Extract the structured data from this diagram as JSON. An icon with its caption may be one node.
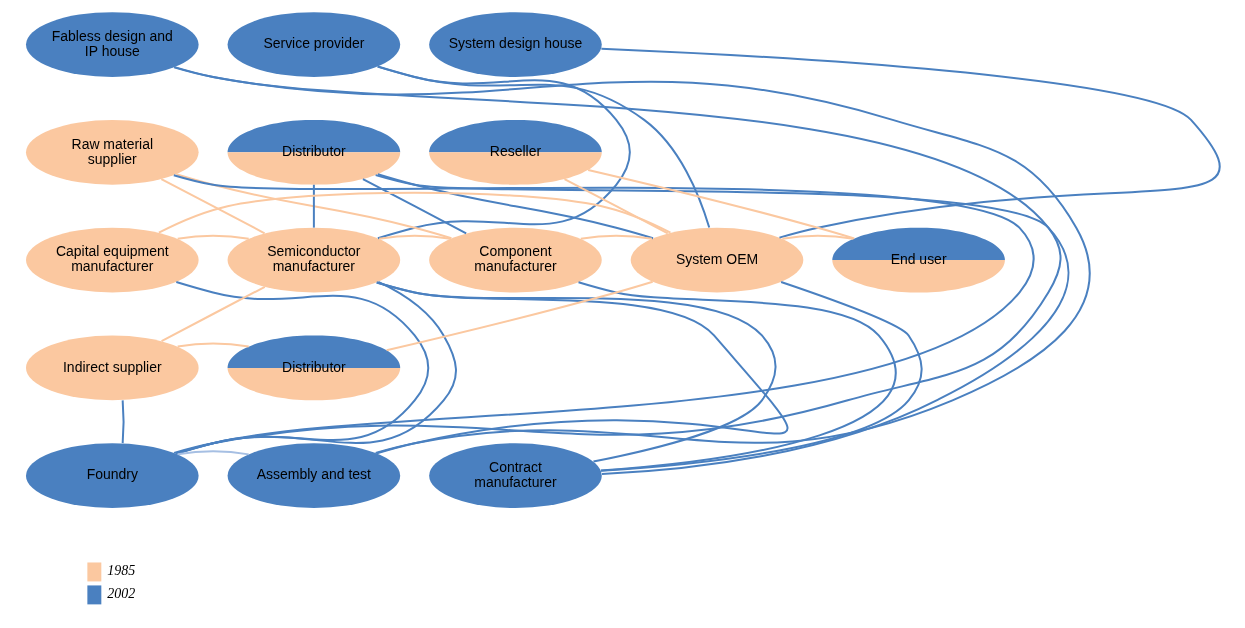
{
  "diagram": {
    "nodes": [
      {
        "text": [
          "Fabless design and IP house"
        ]
      },
      {
        "text": [
          "Service provider"
        ]
      },
      {
        "text": [
          "System design house"
        ]
      },
      {
        "text": [
          "Raw material supplier"
        ]
      },
      {
        "text": [
          "Distributor"
        ]
      },
      {
        "text": [
          "Reseller"
        ]
      },
      {
        "text": [
          "Capital equipment manufacturer"
        ]
      },
      {
        "text": [
          "Semiconductor manufacturer"
        ]
      },
      {
        "text": [
          "Component manufacturer"
        ]
      },
      {
        "text": [
          "System OEM"
        ]
      },
      {
        "text": [
          "End user"
        ]
      },
      {
        "text": [
          "Indirect supplier"
        ]
      },
      {
        "text": [
          "Distributor"
        ]
      },
      {
        "text": [
          "Foundry"
        ]
      },
      {
        "text": [
          "Assembly and test"
        ]
      },
      {
        "text": [
          "Contract manufacturer"
        ]
      }
    ],
    "edges": [
      {
        "from": 3,
        "to": 7,
        "arrow": "none",
        "color": "#fbc8a0"
      },
      {
        "from": 3,
        "to": 8,
        "arrow": "none",
        "color": "#fbc8a0"
      },
      {
        "from": 6,
        "to": 7,
        "arrow": "none",
        "color": "#fbc8a0"
      },
      {
        "from": 7,
        "to": 8,
        "arrow": "none",
        "color": "#fbc8a0"
      },
      {
        "from": 8,
        "to": 9,
        "arrow": "none",
        "color": "#fbc8a0"
      },
      {
        "from": 9,
        "to": 10,
        "arrow": "none",
        "color": "#fbc8a0"
      },
      {
        "from": 5,
        "to": 9,
        "arrow": "none",
        "color": "#fbc8a0"
      },
      {
        "from": 5,
        "to": 10,
        "arrow": "none",
        "color": "#fbc8a0"
      },
      {
        "from": 6,
        "to": 9,
        "arrow": "none",
        "color": "#fbc8a0"
      },
      {
        "from": 11,
        "to": 7,
        "arrow": "none",
        "color": "#fbc8a0"
      },
      {
        "from": 11,
        "to": 12,
        "arrow": "none",
        "color": "#fbc8a0"
      },
      {
        "from": 12,
        "to": 9,
        "arrow": "none",
        "color": "#fbc8a0"
      },
      {
        "from": 0,
        "to": 13,
        "arrow": "none"
      },
      {
        "from": 0,
        "to": 14,
        "arrow": "none"
      },
      {
        "from": 1,
        "to": 7,
        "arrow": "none"
      },
      {
        "from": 1,
        "to": 9,
        "arrow": "none"
      },
      {
        "from": 2,
        "to": 9,
        "arrow": "none"
      },
      {
        "from": 4,
        "to": 7,
        "arrow": "none"
      },
      {
        "from": 4,
        "to": 8,
        "arrow": "none"
      },
      {
        "from": 4,
        "to": 9,
        "arrow": "none"
      },
      {
        "from": 4,
        "to": 15,
        "arrow": "none"
      },
      {
        "from": 3,
        "to": 13,
        "arrow": "none"
      },
      {
        "from": 6,
        "to": 13,
        "arrow": "none"
      },
      {
        "from": 7,
        "to": 13,
        "arrow": "none"
      },
      {
        "from": 11,
        "to": 13,
        "arrow": "none"
      },
      {
        "from": 7,
        "to": 14,
        "arrow": "none"
      },
      {
        "from": 7,
        "to": 15,
        "arrow": "none"
      },
      {
        "from": 8,
        "to": 15,
        "arrow": "none"
      },
      {
        "from": 9,
        "to": 15,
        "arrow": "none"
      },
      {
        "from": 13,
        "to": 14,
        "arrow": "none",
        "color": "#a6bfe3"
      }
    ],
    "legend": [
      {
        "text": "1985",
        "color": "#fbc8a0"
      },
      {
        "text": "2002",
        "color": "#4a80c0"
      }
    ]
  }
}
